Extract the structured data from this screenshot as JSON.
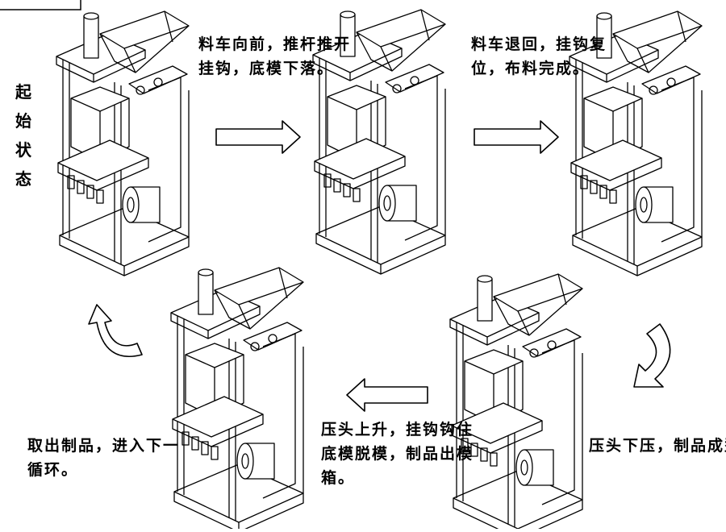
{
  "captions": {
    "start_state": "起始状态",
    "step1": {
      "line1": "料车向前，推杆推开",
      "line2": "挂钩，底模下落。"
    },
    "step2": {
      "line1": "料车退回，挂钩复",
      "line2": "位，布料完成。"
    },
    "step3": {
      "line1": "压头下压，制品成型。"
    },
    "step4": {
      "line1": "压头上升，挂钩钩住",
      "line2": "底模脱模，制品出模",
      "line3": "箱。"
    },
    "step5": {
      "line1": "取出制品，进入下一",
      "line2": "循环。"
    }
  },
  "colors": {
    "line": "#000000",
    "background": "#ffffff"
  },
  "arrows": [
    "right-arrow",
    "right-arrow",
    "curved-down-arrow",
    "left-arrow",
    "curved-up-arrow"
  ]
}
